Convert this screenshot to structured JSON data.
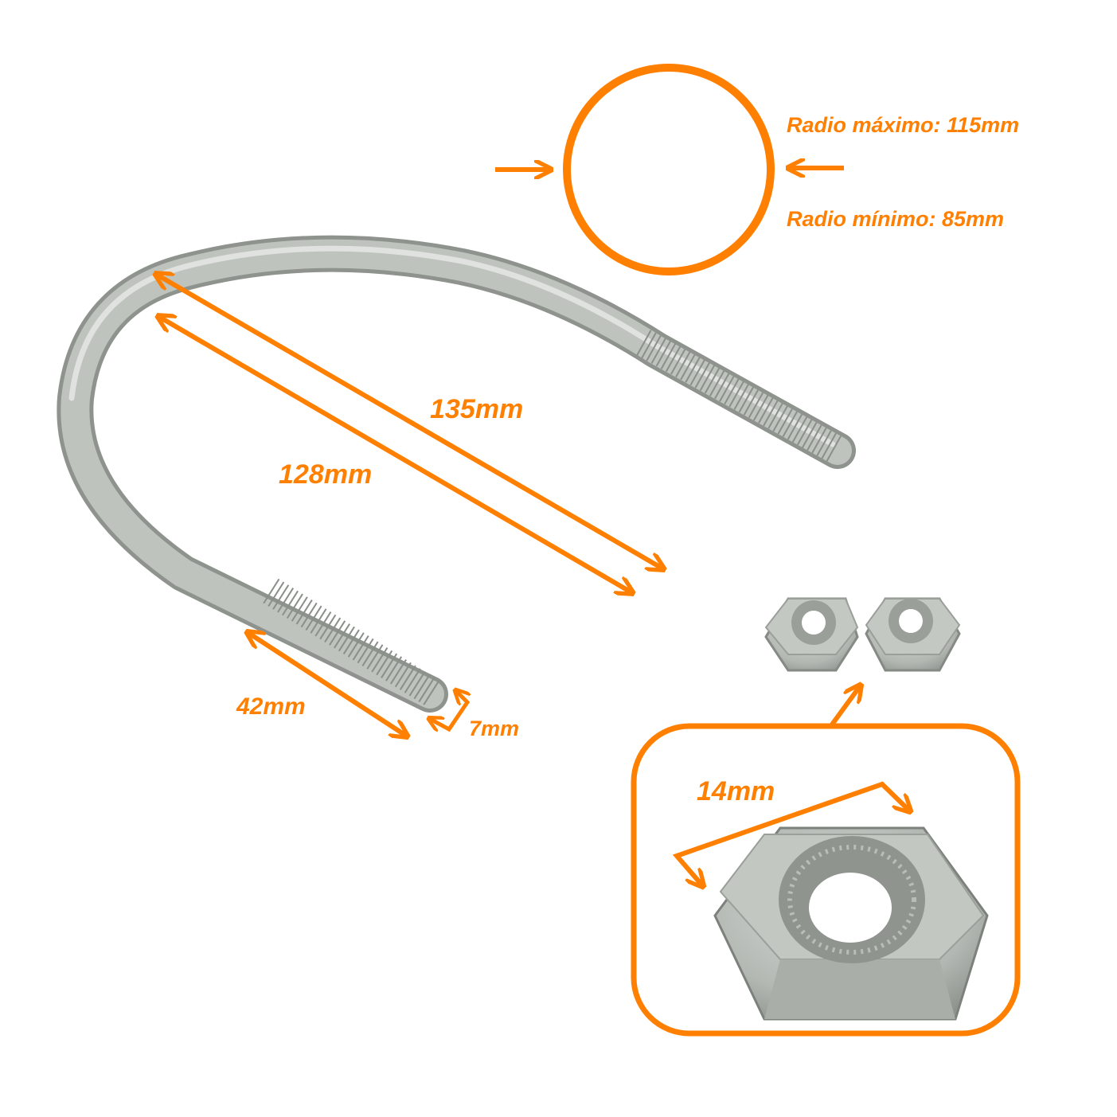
{
  "accent_color": "#FF7F00",
  "metal_color": "#B9BDB8",
  "labels": {
    "radius_max": "Radio máximo: 115mm",
    "radius_min": "Radio mínimo: 85mm",
    "outer_length": "135mm",
    "inner_length": "128mm",
    "thread_length": "42mm",
    "rod_diameter": "7mm",
    "nut_width": "14mm"
  },
  "icons": [
    "u-bolt-image",
    "hex-nut-image",
    "pipe-circle-icon",
    "arrow-icon"
  ]
}
